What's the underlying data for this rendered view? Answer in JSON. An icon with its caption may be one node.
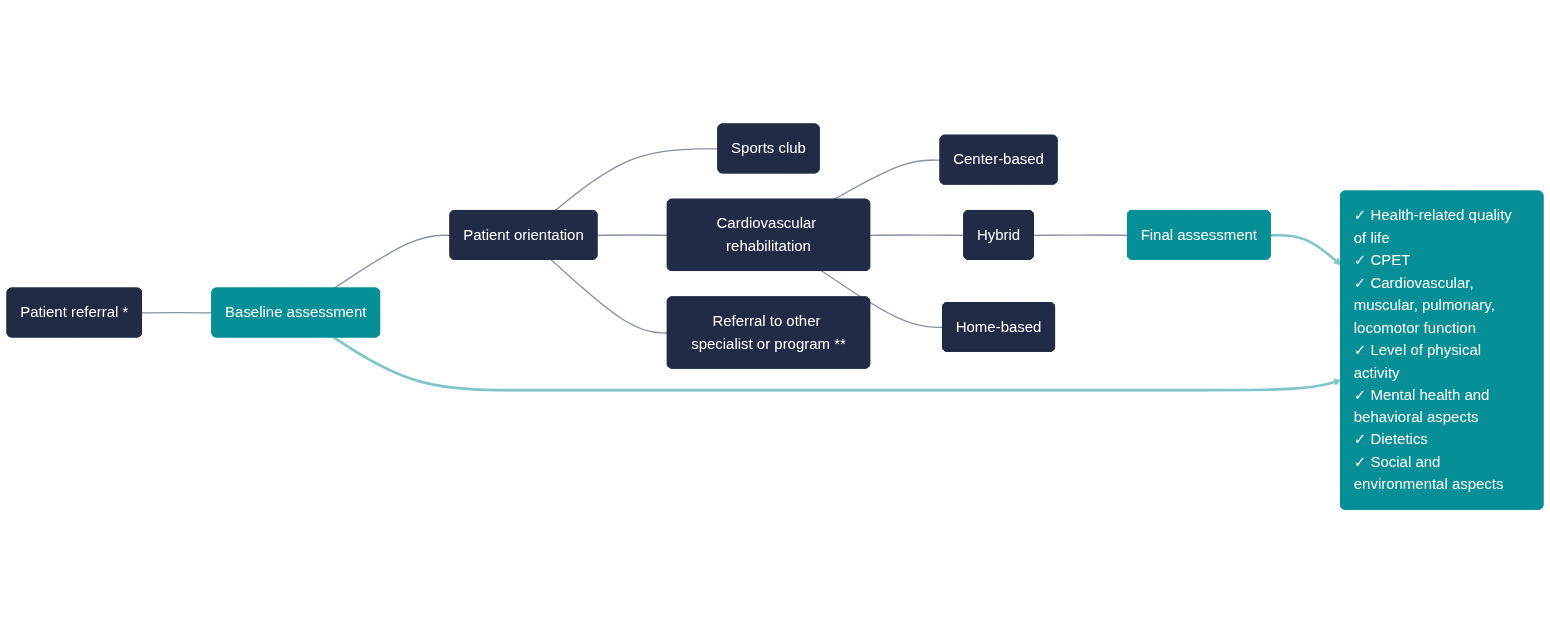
{
  "diagram": {
    "nodes": [
      {
        "text": [
          "Patient referral *"
        ]
      },
      {
        "text": [
          "Baseline assessment"
        ]
      },
      {
        "text": [
          "Patient orientation"
        ]
      },
      {
        "text": [
          "Sports club"
        ]
      },
      {
        "text": [
          "Cardiovascular rehabilitation"
        ]
      },
      {
        "text": [
          "Referral to other specialist or program **"
        ]
      },
      {
        "text": [
          "Center-based"
        ]
      },
      {
        "text": [
          "Hybrid"
        ]
      },
      {
        "text": [
          "Home-based"
        ]
      },
      {
        "text": [
          "Final assessment"
        ]
      },
      {
        "text": [
          "✓ Health-related quality of life",
          "✓ CPET",
          "✓ Cardiovascular, muscular, pulmonary, locomotor function",
          "✓ Level of physical activity",
          "✓ Mental health and behavioral aspects",
          "✓ Dietetics",
          "✓ Social and environmental aspects"
        ]
      }
    ],
    "edges": [
      {
        "from": 0,
        "to": 1,
        "arrow": "none"
      },
      {
        "from": 1,
        "to": 2,
        "arrow": "none"
      },
      {
        "from": 2,
        "to": 3,
        "arrow": "none"
      },
      {
        "from": 2,
        "to": 4,
        "arrow": "none"
      },
      {
        "from": 2,
        "to": 5,
        "arrow": "none"
      },
      {
        "from": 4,
        "to": 6,
        "arrow": "none"
      },
      {
        "from": 4,
        "to": 7,
        "arrow": "none"
      },
      {
        "from": 4,
        "to": 8,
        "arrow": "none"
      },
      {
        "from": 7,
        "to": 9,
        "arrow": "none"
      },
      {
        "from": 1,
        "to": 10,
        "arrow": "to",
        "color": "#7fc6c9"
      },
      {
        "from": 9,
        "to": 10,
        "arrow": "to",
        "color": "#7fc6c9"
      }
    ]
  }
}
